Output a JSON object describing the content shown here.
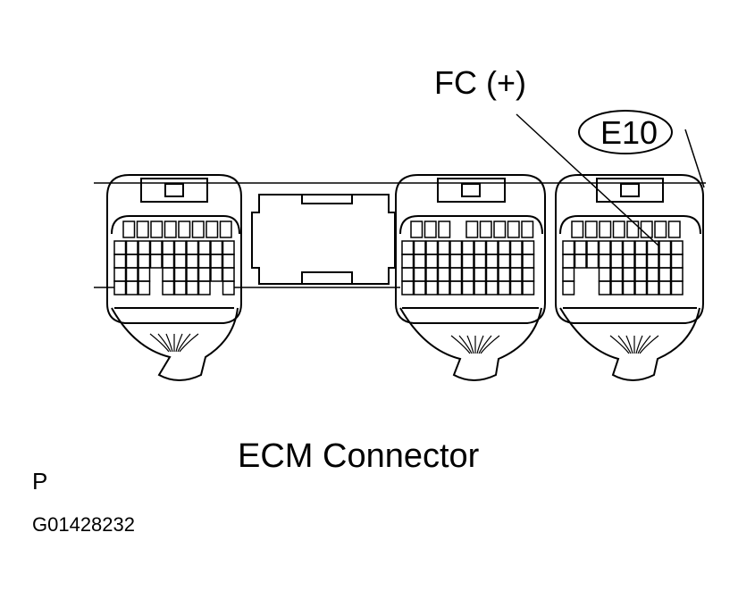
{
  "labels": {
    "pin": "FC (+)",
    "connector": "E10",
    "caption": "ECM Connector",
    "code_letter": "P",
    "figure_id": "G01428232"
  },
  "colors": {
    "ink": "#000000",
    "paper": "#ffffff"
  }
}
